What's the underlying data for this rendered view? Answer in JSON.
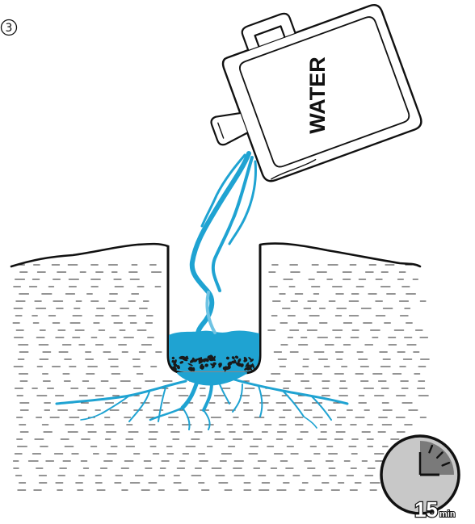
{
  "step": {
    "number": "3"
  },
  "water_can": {
    "label": "WATER"
  },
  "timer": {
    "value": "15",
    "unit": "min",
    "fraction_elapsed": 0.25
  },
  "colors": {
    "water": "#1fa3d2",
    "water_light": "#6fc3e3",
    "outline": "#111111",
    "clock_face": "#c8c8c8",
    "clock_elapsed": "#7a7a7a",
    "soil_dash": "#555555"
  },
  "icons": [
    "step-number-circle",
    "water-can-icon",
    "timer-clock-icon"
  ]
}
